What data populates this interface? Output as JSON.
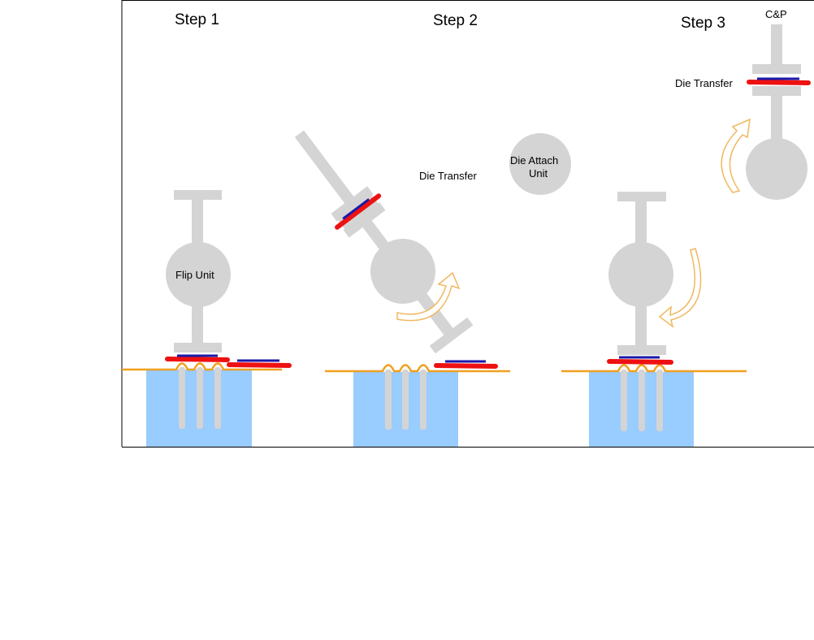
{
  "steps": [
    {
      "title": "Step 1"
    },
    {
      "title": "Step 2"
    },
    {
      "title": "Step 3"
    }
  ],
  "labels": {
    "flip_unit": "Flip Unit",
    "die_transfer_step2": "Die Transfer",
    "die_attach_line1": "Die Attach",
    "die_attach_line2": "Unit",
    "cp": "C&P",
    "die_transfer_step3": "Die Transfer"
  },
  "colors": {
    "unit_gray": "#d4d4d4",
    "chuck_blue": "#99ccff",
    "die_red": "#ee1111",
    "die_blue": "#1a1aaa",
    "tape_orange": "#f0a020",
    "arrow_outline": "#f0b860",
    "frame_line": "#000000"
  }
}
